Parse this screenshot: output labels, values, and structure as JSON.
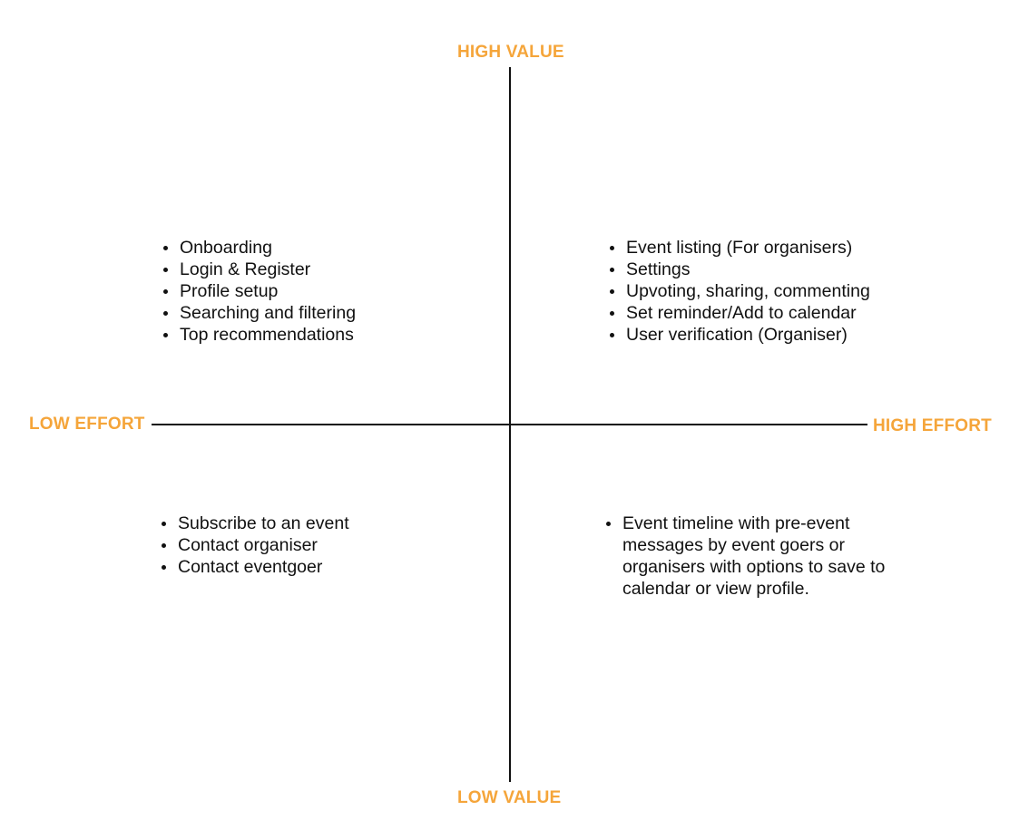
{
  "axes": {
    "top_label": "HIGH VALUE",
    "bottom_label": "LOW VALUE",
    "left_label": "LOW EFFORT",
    "right_label": "HIGH EFFORT",
    "label_color": "#F5A53A",
    "line_color": "#111111"
  },
  "quadrants": {
    "top_left": [
      "Onboarding",
      "Login & Register",
      "Profile setup",
      "Searching and filtering",
      "Top recommendations"
    ],
    "top_right": [
      "Event listing (For organisers)",
      "Settings",
      "Upvoting, sharing, commenting",
      "Set reminder/Add to calendar",
      "User verification (Organiser)"
    ],
    "bottom_left": [
      "Subscribe to an event",
      "Contact organiser",
      "Contact eventgoer"
    ],
    "bottom_right": [
      "Event timeline with pre-event messages by event goers or organisers with options to save to calendar or view profile."
    ]
  }
}
